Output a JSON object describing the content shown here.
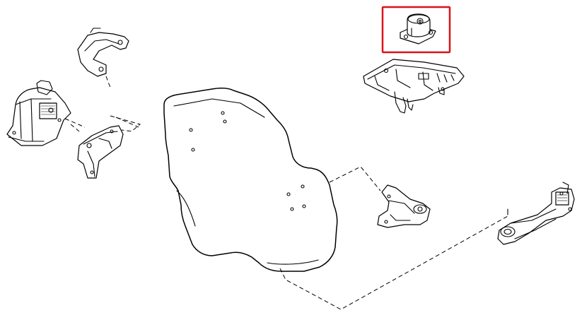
{
  "diagram": {
    "highlight_color": "#d9141b",
    "line_color": "#000000",
    "background_color": "#ffffff",
    "parts": [
      {
        "name": "engine-block"
      },
      {
        "name": "upper-right-mount-highlighted",
        "highlighted": true
      },
      {
        "name": "transmission-mount-bracket"
      },
      {
        "name": "right-engine-mount"
      },
      {
        "name": "right-mount-upper-bracket"
      },
      {
        "name": "right-mount-lower-bracket"
      },
      {
        "name": "rear-mount-bracket"
      },
      {
        "name": "torque-rod"
      }
    ]
  }
}
